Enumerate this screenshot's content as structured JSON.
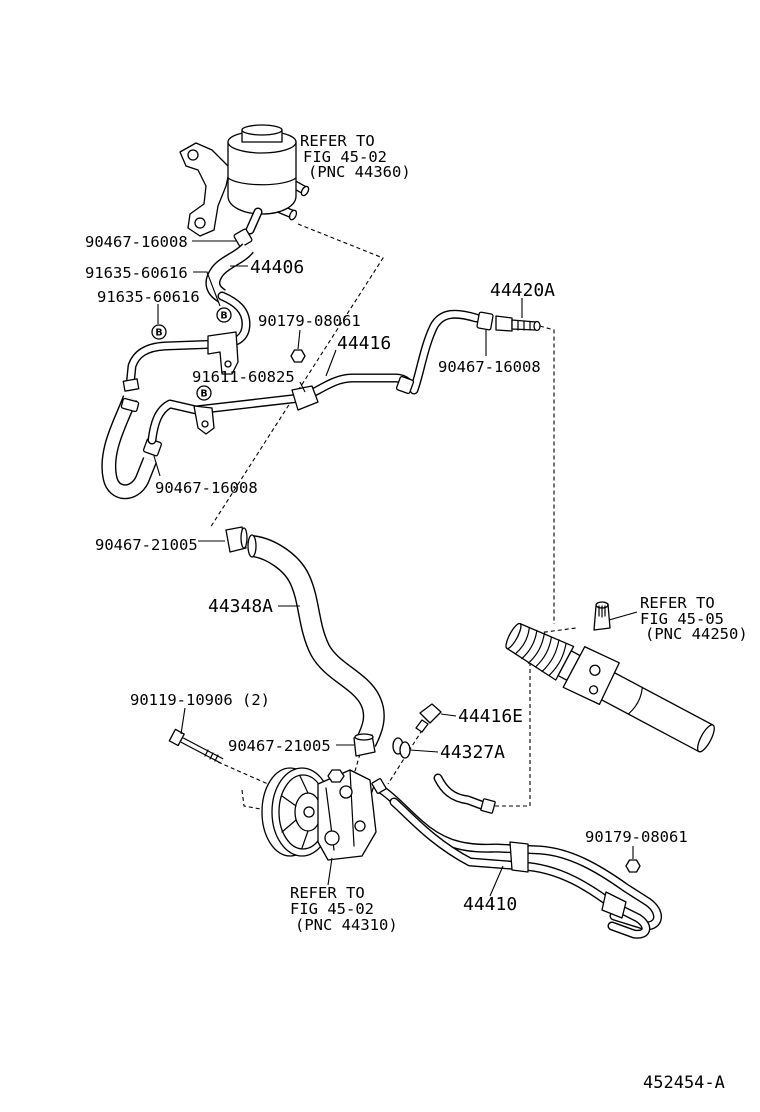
{
  "diagram": {
    "references": [
      {
        "line1": "REFER TO",
        "line2": "FIG 45-02",
        "line3": "(PNC 44360)"
      },
      {
        "line1": "REFER TO",
        "line2": "FIG 45-05",
        "line3": "(PNC 44250)"
      },
      {
        "line1": "REFER TO",
        "line2": "FIG 45-02",
        "line3": "(PNC 44310)"
      }
    ],
    "callouts": [
      "90467-16008",
      "91635-60616",
      "44406",
      "91635-60616",
      "90179-08061",
      "44420A",
      "44416",
      "90467-16008",
      "91611-60825",
      "90467-16008",
      "90467-21005",
      "44348A",
      "90119-10906 (2)",
      "44416E",
      "90467-21005",
      "44327A",
      "90179-08061",
      "44410"
    ],
    "markers": [
      "B",
      "B",
      "B"
    ],
    "illustration_id": "452454-A",
    "colors": {
      "ink": "#000000",
      "paper": "#ffffff"
    }
  }
}
